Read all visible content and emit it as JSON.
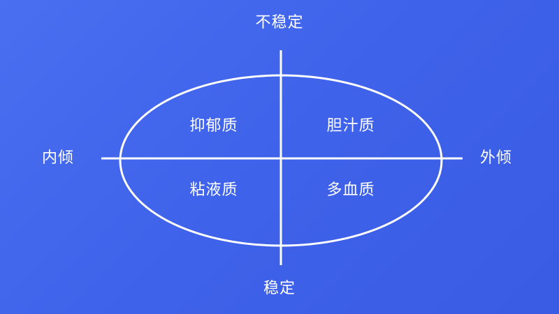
{
  "diagram": {
    "axes": {
      "top": "不稳定",
      "bottom": "稳定",
      "left": "内倾",
      "right": "外倾"
    },
    "quadrants": {
      "top_left": "抑郁质",
      "top_right": "胆汁质",
      "bottom_left": "粘液质",
      "bottom_right": "多血质"
    },
    "colors": {
      "background": "#4166ec",
      "lines": "#ffffff",
      "text": "#ffffff"
    }
  }
}
